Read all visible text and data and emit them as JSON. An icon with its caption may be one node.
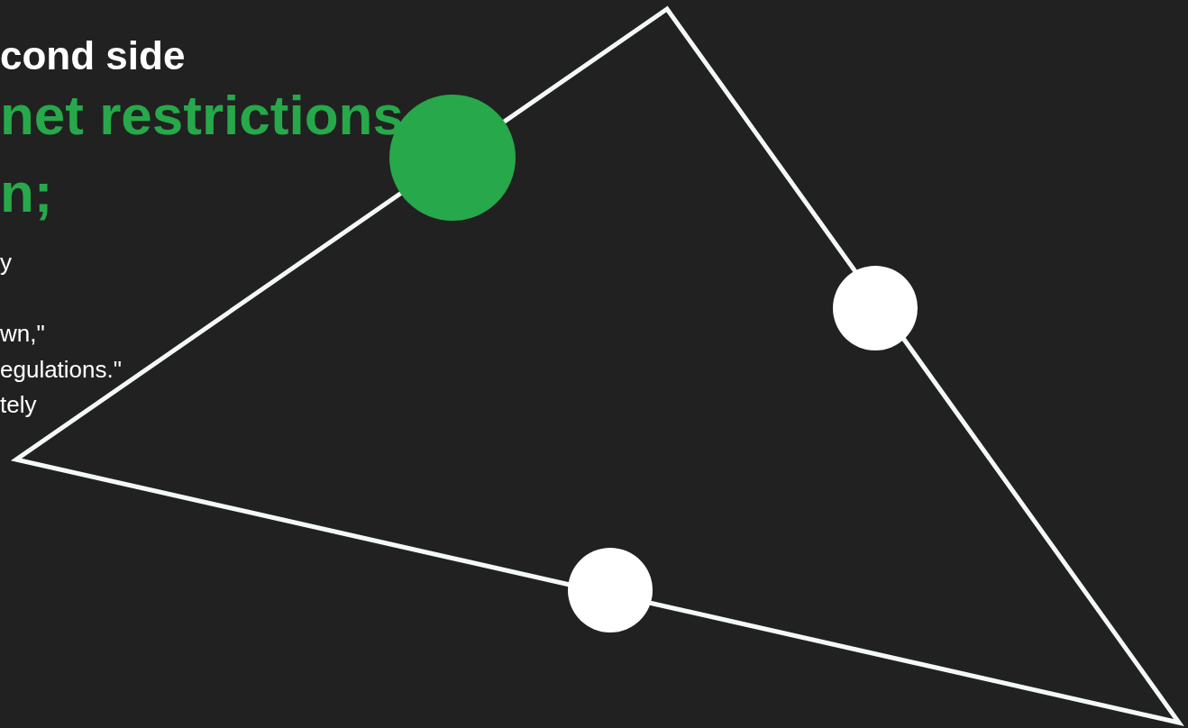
{
  "diagram": {
    "nodes": [
      {
        "text": [],
        "shape": "circle"
      },
      {
        "text": [],
        "shape": "circle"
      },
      {
        "text": [],
        "shape": "circle"
      }
    ],
    "labels": [
      "cond side",
      "net restrictions",
      "n;",
      "y",
      "wn,\"",
      "egulations.\"",
      "tely"
    ]
  }
}
